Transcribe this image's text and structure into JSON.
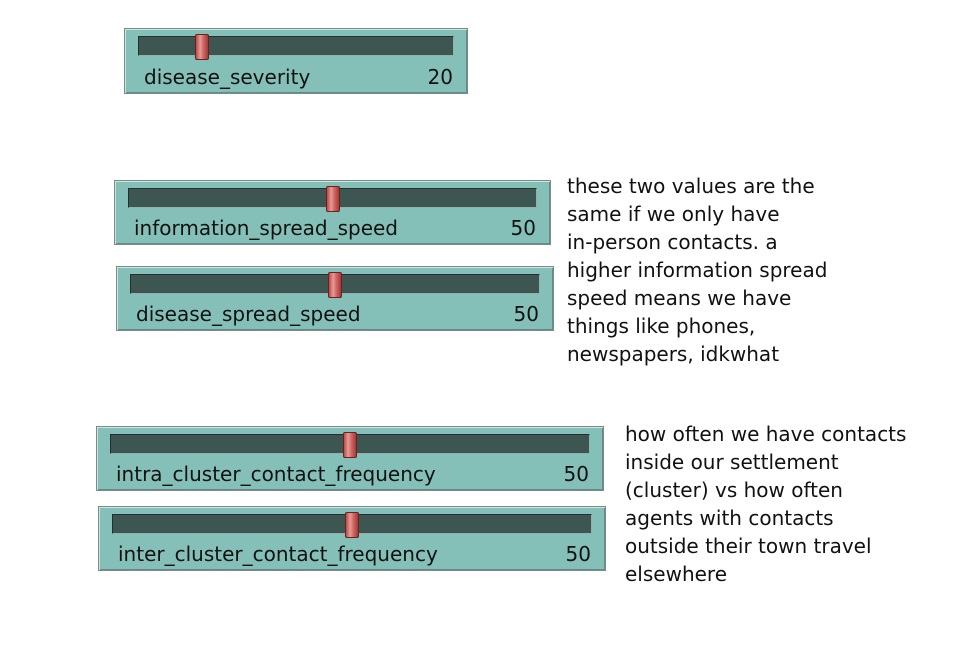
{
  "sliders": [
    {
      "label": "disease_severity",
      "value": "20",
      "position": 0.2
    },
    {
      "label": "information_spread_speed",
      "value": "50",
      "position": 0.5
    },
    {
      "label": "disease_spread_speed",
      "value": "50",
      "position": 0.5
    },
    {
      "label": "intra_cluster_contact_frequency",
      "value": "50",
      "position": 0.5
    },
    {
      "label": "inter_cluster_contact_frequency",
      "value": "50",
      "position": 0.5
    }
  ],
  "notes": {
    "spread_note": "these two values are the\nsame if we only have\nin-person contacts. a\nhigher information spread\nspeed means we have\nthings like phones,\nnewspapers, idkwhat",
    "contact_note": "how often we have contacts\ninside our settlement\n(cluster) vs how often\nagents with contacts\noutside their town travel\nelsewhere"
  }
}
